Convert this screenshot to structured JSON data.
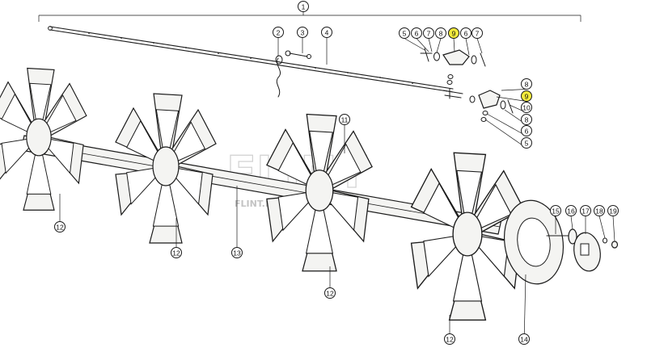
{
  "diagram": {
    "type": "exploded-parts-drawing",
    "highlight_color": "#f2ea3c",
    "highlighted_callouts": [
      "9"
    ]
  },
  "callouts": {
    "c1": "1",
    "c2": "2",
    "c3": "3",
    "c4": "4",
    "c5a": "5",
    "c6a": "6",
    "c7a": "7",
    "c8a": "8",
    "c9a": "9",
    "c6b": "6",
    "c7b": "7",
    "c8b": "8",
    "c9b": "9",
    "c10": "10",
    "c8c": "8",
    "c6c": "6",
    "c5b": "5",
    "c11": "11",
    "c12a": "12",
    "c12b": "12",
    "c12c": "12",
    "c12d": "12",
    "c13": "13",
    "c14": "14",
    "c15": "15",
    "c16": "16",
    "c17": "17",
    "c18": "18",
    "c19": "19"
  },
  "watermark": {
    "main": "FLINT",
    "sub": "FLINT.EE"
  }
}
